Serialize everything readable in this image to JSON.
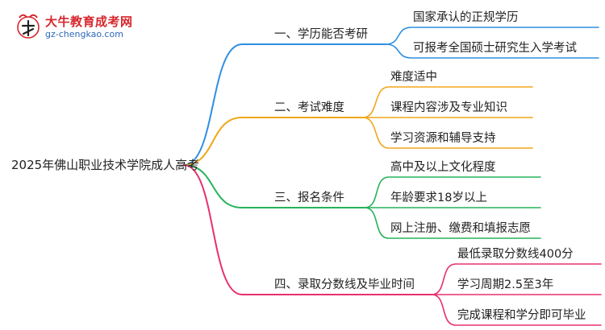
{
  "brand": {
    "title": "大牛教育成考网",
    "url": "gz-chengkao.com"
  },
  "mindmap": {
    "root": "2025年佛山职业技术学院成人高考",
    "branches": [
      {
        "label": "一、学历能否考研",
        "color": "#2f8fe0",
        "children": [
          "国家承认的正规学历",
          "可报考全国硕士研究生入学考试"
        ]
      },
      {
        "label": "二、考试难度",
        "color": "#f0a61a",
        "children": [
          "难度适中",
          "课程内容涉及专业知识",
          "学习资源和辅导支持"
        ]
      },
      {
        "label": "三、报名条件",
        "color": "#27b35a",
        "children": [
          "高中及以上文化程度",
          "年龄要求18岁以上",
          "网上注册、缴费和填报志愿"
        ]
      },
      {
        "label": "四、录取分数线及毕业时间",
        "color": "#e8306e",
        "children": [
          "最低录取分数线400分",
          "学习周期2.5至3年",
          "完成课程和学分即可毕业"
        ]
      }
    ]
  }
}
